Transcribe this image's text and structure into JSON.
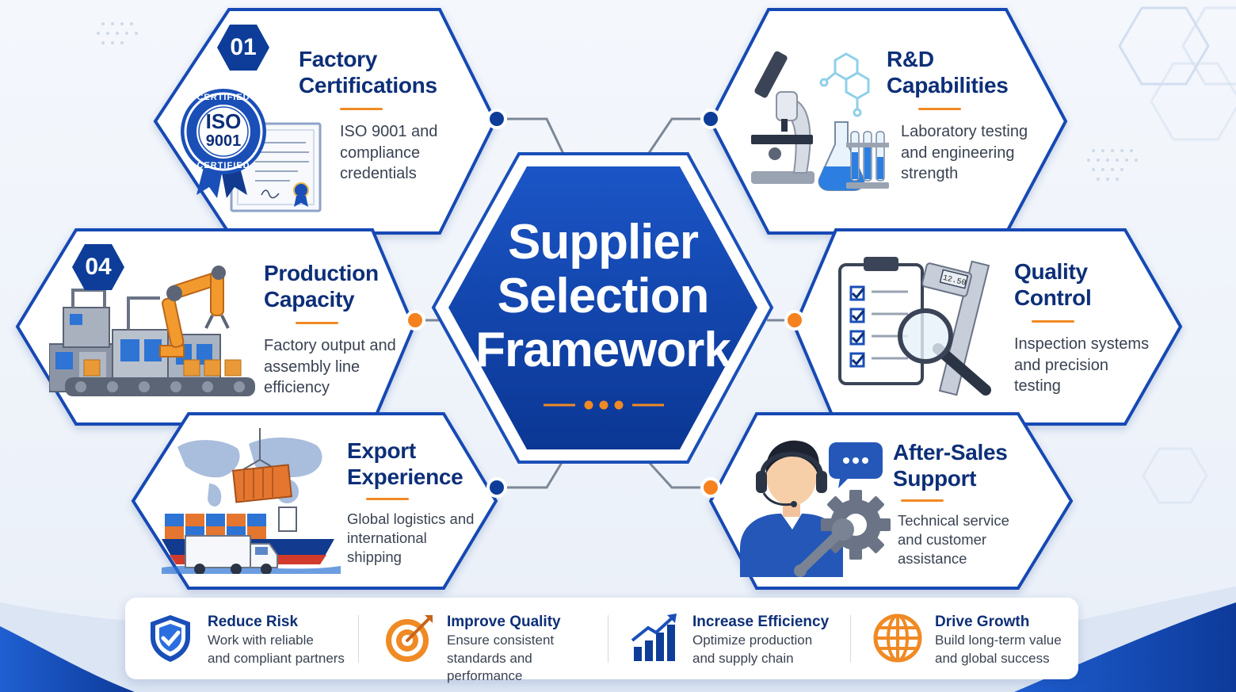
{
  "center": {
    "title_lines": [
      "Supplier",
      "Selection",
      "Framework"
    ]
  },
  "cards": {
    "factory": {
      "badge": "01",
      "title_lines": [
        "Factory",
        "Certifications"
      ],
      "desc_lines": [
        "ISO 9001 and",
        "compliance",
        "credentials"
      ],
      "seal_lines": [
        "ISO",
        "9001"
      ],
      "seal_ring": "CERTIFIED"
    },
    "rnd": {
      "title_lines": [
        "R&D",
        "Capabilities"
      ],
      "desc_lines": [
        "Laboratory testing",
        "and engineering",
        "strength"
      ]
    },
    "production": {
      "badge": "04",
      "title_lines": [
        "Production",
        "Capacity"
      ],
      "desc_lines": [
        "Factory output and",
        "assembly line",
        "efficiency"
      ]
    },
    "quality": {
      "title_lines": [
        "Quality",
        "Control"
      ],
      "desc_lines": [
        "Inspection systems",
        "and precision",
        "testing"
      ],
      "caliper_readout": "12.50"
    },
    "export": {
      "title_lines": [
        "Export",
        "Experience"
      ],
      "desc_lines": [
        "Global logistics and",
        "international",
        "shipping"
      ]
    },
    "aftersales": {
      "title_lines": [
        "After-Sales",
        "Support"
      ],
      "desc_lines": [
        "Technical service",
        "and customer",
        "assistance"
      ]
    }
  },
  "benefits": [
    {
      "title": "Reduce Risk",
      "desc_lines": [
        "Work with reliable",
        "and compliant partners"
      ],
      "icon": "shield-check-icon"
    },
    {
      "title": "Improve Quality",
      "desc_lines": [
        "Ensure consistent",
        "standards and performance"
      ],
      "icon": "target-icon"
    },
    {
      "title": "Increase Efficiency",
      "desc_lines": [
        "Optimize production",
        "and supply chain"
      ],
      "icon": "growth-chart-icon"
    },
    {
      "title": "Drive Growth",
      "desc_lines": [
        "Build long-term value",
        "and global success"
      ],
      "icon": "globe-icon"
    }
  ],
  "colors": {
    "primary": "#0d3d99",
    "navy": "#0d2f78",
    "accent": "#f08a24",
    "connector_blue": "#0d3d99",
    "connector_orange": "#f5821f"
  }
}
